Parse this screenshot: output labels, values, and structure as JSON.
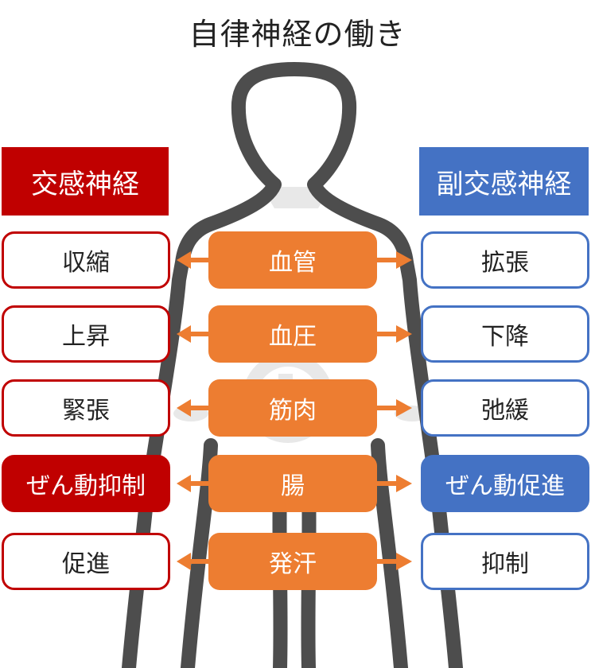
{
  "title": "自律神経の働き",
  "colors": {
    "sympathetic": "#c00000",
    "parasympathetic": "#4472c4",
    "organ": "#ed7d31",
    "outline": "#4d4d4d"
  },
  "left_header": "交感神経",
  "right_header": "副交感神経",
  "rows": [
    {
      "organ": "血管",
      "left": "収縮",
      "right": "拡張"
    },
    {
      "organ": "血圧",
      "left": "上昇",
      "right": "下降"
    },
    {
      "organ": "筋肉",
      "left": "緊張",
      "right": "弛緩"
    },
    {
      "organ": "腸",
      "left": "ぜん動抑制",
      "right": "ぜん動促進"
    },
    {
      "organ": "発汗",
      "left": "促進",
      "right": "抑制"
    }
  ]
}
